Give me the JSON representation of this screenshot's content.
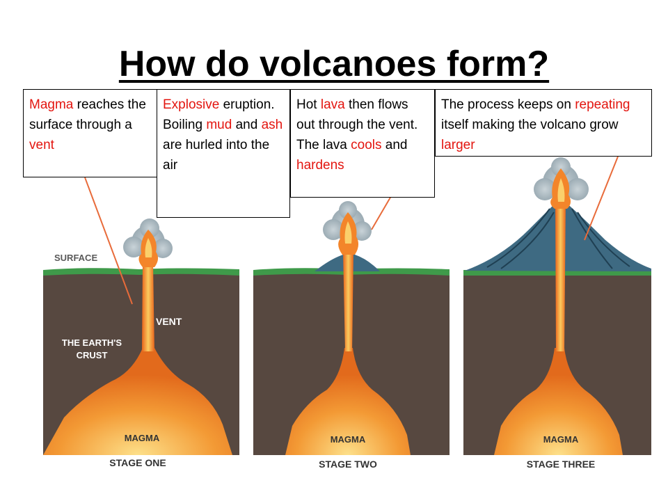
{
  "title": "How do volcanoes form?",
  "boxes": [
    {
      "parts": [
        {
          "t": "Magma",
          "hl": true
        },
        {
          "t": " reaches the surface through a ",
          "hl": false
        },
        {
          "t": "vent",
          "hl": true
        }
      ]
    },
    {
      "parts": [
        {
          "t": "Explosive",
          "hl": true
        },
        {
          "t": " eruption. Boiling ",
          "hl": false
        },
        {
          "t": "mud",
          "hl": true
        },
        {
          "t": " and ",
          "hl": false
        },
        {
          "t": "ash",
          "hl": true
        },
        {
          "t": " are hurled into the air",
          "hl": false
        }
      ]
    },
    {
      "parts": [
        {
          "t": "Hot ",
          "hl": false
        },
        {
          "t": "lava",
          "hl": true
        },
        {
          "t": " then flows out through the vent. The lava ",
          "hl": false
        },
        {
          "t": "cools",
          "hl": true
        },
        {
          "t": " and ",
          "hl": false
        },
        {
          "t": "hardens",
          "hl": true
        }
      ]
    },
    {
      "parts": [
        {
          "t": "The process keeps on ",
          "hl": false
        },
        {
          "t": "repeating",
          "hl": true
        },
        {
          "t": " itself making the volcano grow ",
          "hl": false
        },
        {
          "t": "larger",
          "hl": true
        }
      ]
    }
  ],
  "labels": {
    "surface": "SURFACE",
    "vent": "VENT",
    "crust_line1": "THE EARTH'S",
    "crust_line2": "CRUST",
    "magma": "MAGMA",
    "stages": [
      "STAGE ONE",
      "STAGE TWO",
      "STAGE THREE"
    ]
  },
  "colors": {
    "highlight": "#e3150f",
    "crust": "#5a4a42",
    "grass": "#3f9a4a",
    "magma": "#f08a2a",
    "lava_core": "#fbd06b",
    "ash_cloud": "#9fb0b8",
    "cone": "#3e6a82"
  }
}
